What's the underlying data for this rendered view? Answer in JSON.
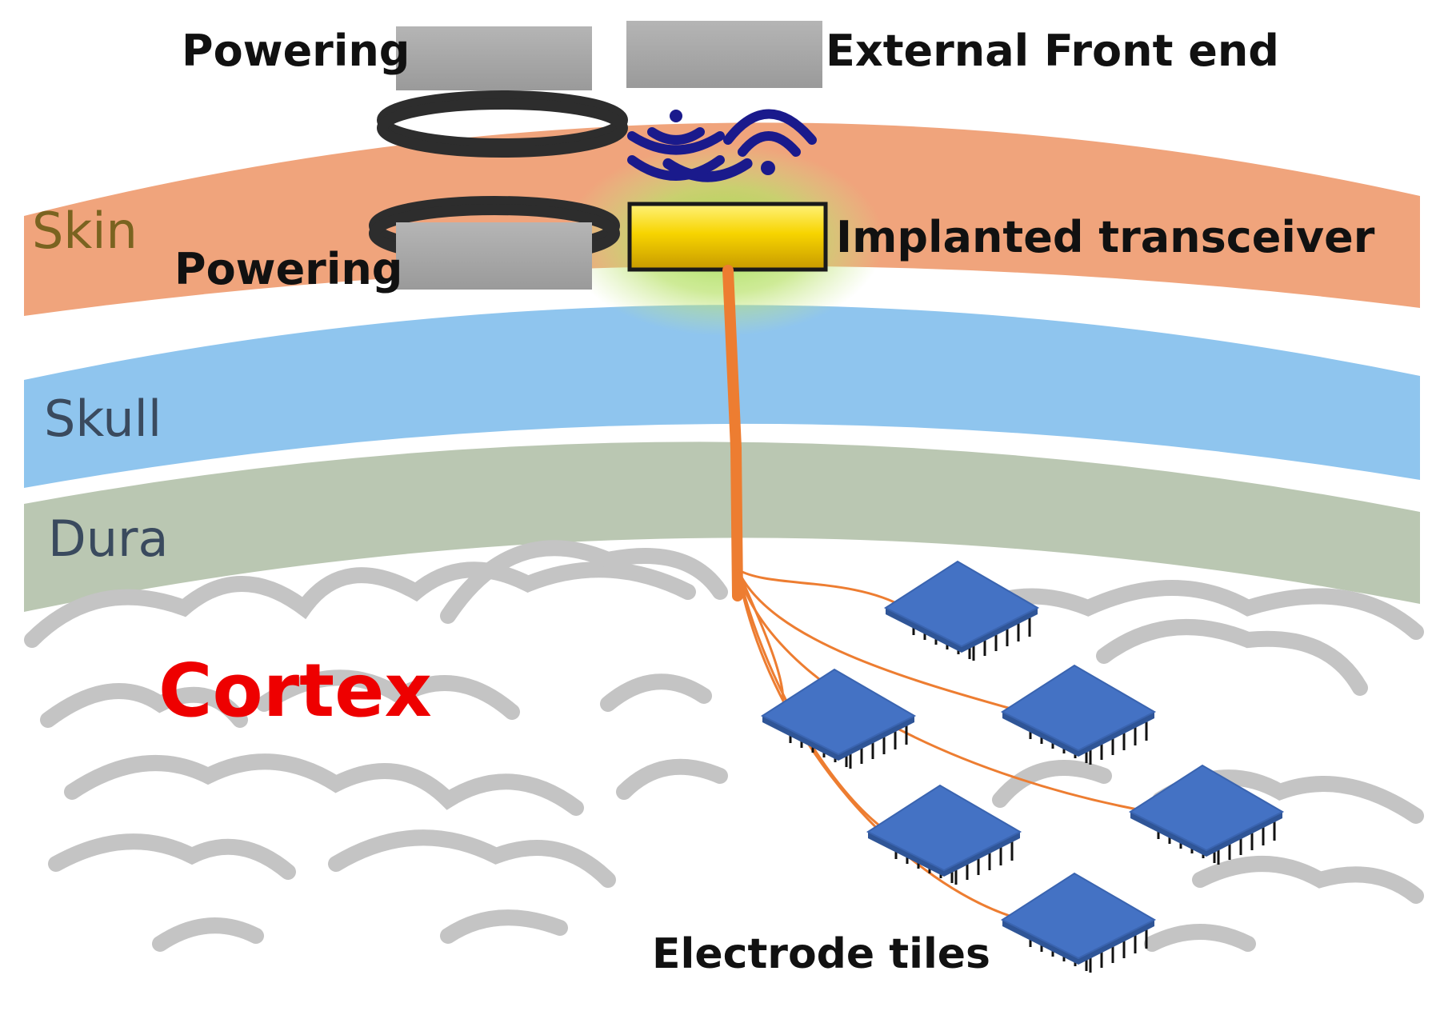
{
  "labels": {
    "powering_external": "Powering",
    "external_front_end": "External Front end",
    "skin": "Skin",
    "powering_implanted": "Powering",
    "implanted_transceiver": "Implanted transceiver",
    "skull": "Skull",
    "dura": "Dura",
    "cortex": "Cortex",
    "electrode_tiles": "Electrode tiles"
  },
  "colors": {
    "skin": "#f0a47c",
    "skull": "#8fc5ee",
    "dura": "#bac7b2",
    "skin_text": "#7a6320",
    "layer_text": "#3a4a5e",
    "cortex": "#ee0000",
    "brain_outline": "#c4c4c4",
    "wire": "#ed7d31",
    "tile": "#4472c4",
    "tile_edge": "#2f5597",
    "wireless": "#1a1a8c",
    "transceiver": "#f2c500",
    "box_gray": "#a6a6a6"
  },
  "icons": [
    "coil-icon",
    "wireless-signal-icon",
    "wifi-icon",
    "electrode-tile-icon"
  ]
}
